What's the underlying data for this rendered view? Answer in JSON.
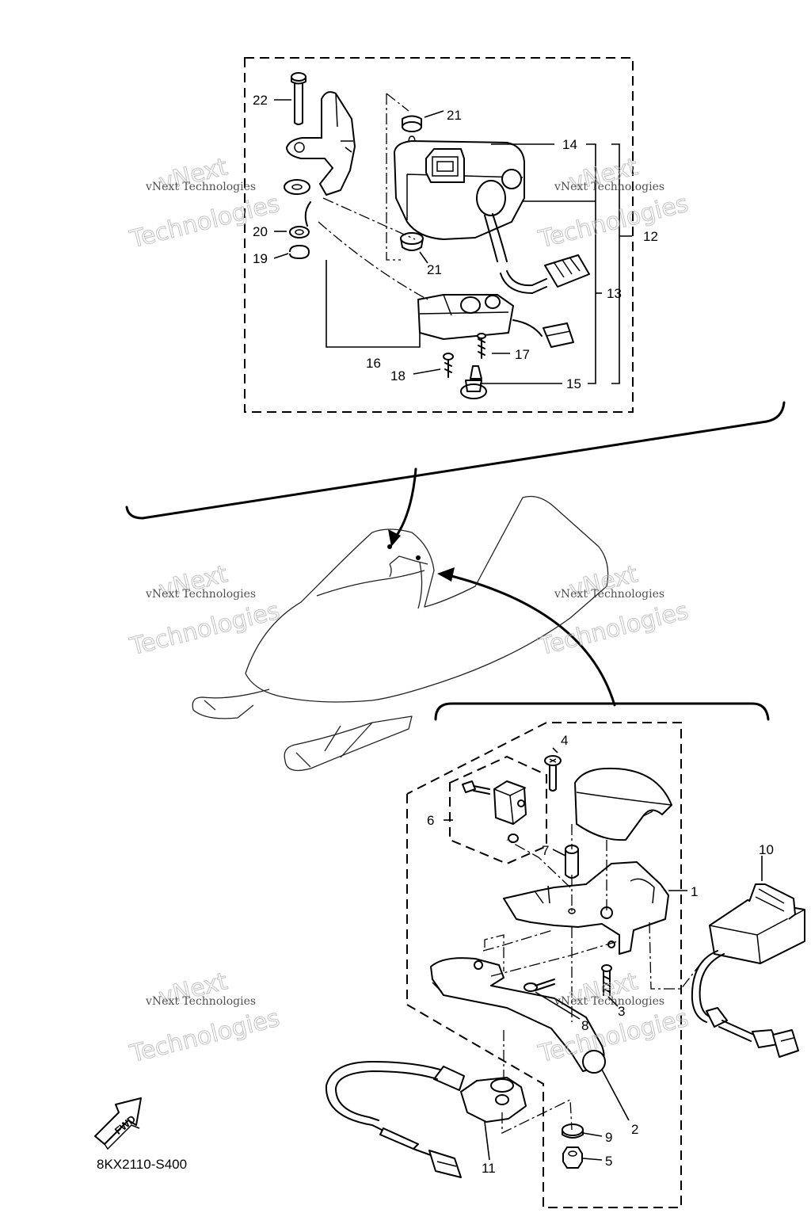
{
  "callouts": {
    "c1": "1",
    "c2": "2",
    "c3": "3",
    "c4": "4",
    "c5": "5",
    "c6": "6",
    "c7": "7",
    "c8": "8",
    "c9": "9",
    "c10": "10",
    "c11": "11",
    "c12": "12",
    "c13": "13",
    "c14": "14",
    "c15": "15",
    "c16": "16",
    "c17": "17",
    "c18": "18",
    "c19": "19",
    "c20": "20",
    "c21a": "21",
    "c21b": "21",
    "c22": "22"
  },
  "diagram_code": "8KX2110-S400",
  "fwd_label": "FWD",
  "watermark": {
    "line1": "vNext",
    "line2": "vNext Technologies",
    "line3": "Technologies"
  }
}
